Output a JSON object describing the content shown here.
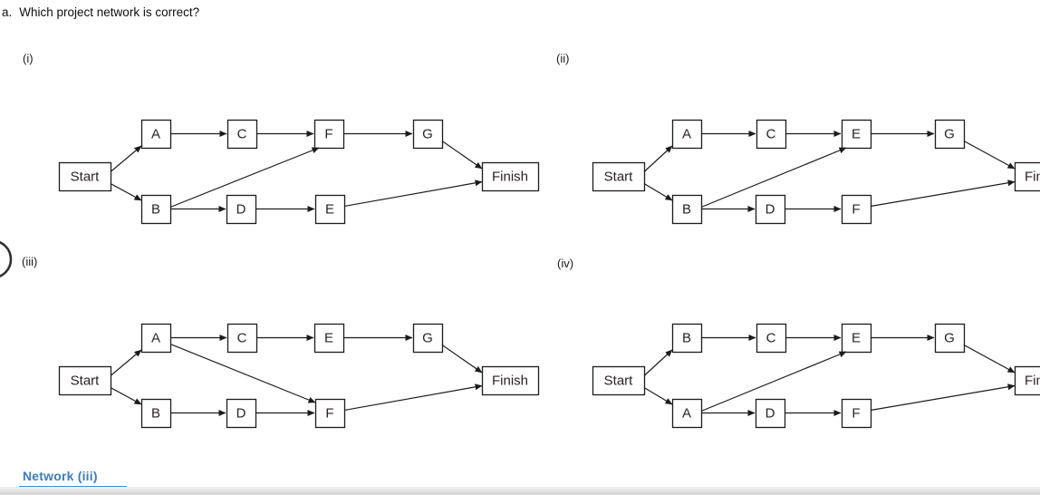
{
  "question": {
    "label": "a.",
    "text": "Which project network is correct?"
  },
  "answer": {
    "label": "Network (iii)",
    "text_color": "#3b7cc0",
    "underline_color": "#458bcd"
  },
  "annotation": {
    "circled_option": "(iii)",
    "circle_color": "#303030"
  },
  "colors": {
    "diagram_line": "#1c1c1c",
    "node_text": "#2a2222",
    "node_fill": "#ffffff"
  },
  "networks": [
    {
      "id": "i",
      "label": "(i)",
      "start": "Start",
      "finish": "Finish",
      "top": [
        "A",
        "C",
        "F",
        "G"
      ],
      "bottom": [
        "B",
        "D",
        "E"
      ],
      "edges": [
        [
          "Start",
          "A"
        ],
        [
          "Start",
          "B"
        ],
        [
          "A",
          "C"
        ],
        [
          "C",
          "F"
        ],
        [
          "F",
          "G"
        ],
        [
          "B",
          "D"
        ],
        [
          "D",
          "E"
        ],
        [
          "B",
          "F"
        ],
        [
          "G",
          "Finish"
        ],
        [
          "E",
          "Finish"
        ]
      ]
    },
    {
      "id": "ii",
      "label": "(ii)",
      "start": "Start",
      "finish": "Finish",
      "top": [
        "A",
        "C",
        "E",
        "G"
      ],
      "bottom": [
        "B",
        "D",
        "F"
      ],
      "edges": [
        [
          "Start",
          "A"
        ],
        [
          "Start",
          "B"
        ],
        [
          "A",
          "C"
        ],
        [
          "C",
          "E"
        ],
        [
          "E",
          "G"
        ],
        [
          "B",
          "D"
        ],
        [
          "D",
          "F"
        ],
        [
          "B",
          "E"
        ],
        [
          "G",
          "Finish"
        ],
        [
          "F",
          "Finish"
        ]
      ]
    },
    {
      "id": "iii",
      "label": "(iii)",
      "start": "Start",
      "finish": "Finish",
      "top": [
        "A",
        "C",
        "E",
        "G"
      ],
      "bottom": [
        "B",
        "D",
        "F"
      ],
      "edges": [
        [
          "Start",
          "A"
        ],
        [
          "Start",
          "B"
        ],
        [
          "A",
          "C"
        ],
        [
          "C",
          "E"
        ],
        [
          "E",
          "G"
        ],
        [
          "B",
          "D"
        ],
        [
          "D",
          "F"
        ],
        [
          "A",
          "F"
        ],
        [
          "G",
          "Finish"
        ],
        [
          "F",
          "Finish"
        ]
      ]
    },
    {
      "id": "iv",
      "label": "(iv)",
      "start": "Start",
      "finish": "Finish",
      "top": [
        "B",
        "C",
        "E",
        "G"
      ],
      "bottom": [
        "A",
        "D",
        "F"
      ],
      "edges": [
        [
          "Start",
          "B"
        ],
        [
          "Start",
          "A"
        ],
        [
          "B",
          "C"
        ],
        [
          "C",
          "E"
        ],
        [
          "E",
          "G"
        ],
        [
          "A",
          "D"
        ],
        [
          "D",
          "F"
        ],
        [
          "A",
          "E"
        ],
        [
          "G",
          "Finish"
        ],
        [
          "F",
          "Finish"
        ]
      ]
    }
  ]
}
